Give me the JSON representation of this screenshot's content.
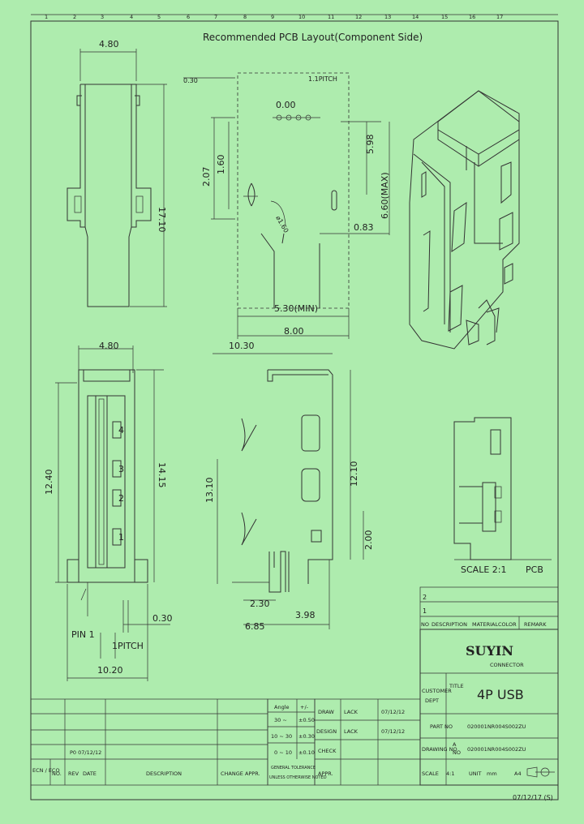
{
  "border_numbers_top": [
    "1",
    "2",
    "3",
    "4",
    "5",
    "6",
    "7",
    "8",
    "9",
    "10",
    "11",
    "12",
    "13",
    "14",
    "15",
    "16",
    "17"
  ],
  "layout_title": "Recommended PCB Layout(Component Side)",
  "dims": {
    "w_top": "4.80",
    "h_top": "17.10",
    "d030": "0.30",
    "pitch": "1.1PITCH",
    "phi": "0.00",
    "d207": "2.07",
    "d160": "1.60",
    "d598": "5.98",
    "d600max": "6.60(MAX)",
    "d083": "0.83",
    "d530": "5.30(MIN)",
    "d800": "8.00",
    "w_front": "4.80",
    "h1240": "12.40",
    "h1415": "14.15",
    "d030b": "0.30",
    "pitch_b": "1PITCH",
    "d1020": "10.20",
    "d1030": "10.30",
    "d1310": "13.10",
    "d1210": "12.10",
    "d200": "2.00",
    "d230": "2.30",
    "d685": "6.85",
    "d398": "3.98",
    "pin1": "PIN 1",
    "scale_label": "SCALE 2:1",
    "pcb": "PCB"
  },
  "pins": [
    "4",
    "3",
    "2",
    "1"
  ],
  "revision_table": {
    "row2": "2",
    "row1": "1",
    "headers": [
      "NO",
      "DESCRIPTION",
      "MATERIAL",
      "COLOR",
      "REMARK"
    ]
  },
  "logo": {
    "brand": "SUYIN",
    "sub": "CONNECTOR"
  },
  "title_block": {
    "customer_label": "CUSTOMER",
    "dept_label": "DEPT",
    "title_label": "TITLE",
    "title_value": "4P USB",
    "part_no_label": "PART NO",
    "part_no_value": "020001NR004S002ZU",
    "drawing_no_label": "DRAWING NO",
    "drawing_rev": "A",
    "drawing_rev2": "NO",
    "drawing_no_value": "020001NR004S002ZU",
    "scale_label": "SCALE",
    "scale_value": "4:1",
    "unit_label": "UNIT",
    "unit_value": "mm",
    "size_value": "A4",
    "draw_label": "DRAW",
    "draw_name": "LACK",
    "draw_date": "07/12/12",
    "design_label": "DESIGN",
    "design_name": "LACK",
    "design_date": "07/12/12",
    "chk_label": "CHECK",
    "appr_label": "APPR."
  },
  "tolerance": {
    "header_angle": "Angle",
    "header_pm": "+/-",
    "rows": [
      {
        "range": "30 ~",
        "tol": "±0.50"
      },
      {
        "range": "10 ~ 30",
        "tol": "±0.30"
      },
      {
        "range": "0 ~ 10",
        "tol": "±0.10"
      }
    ],
    "note1": "GENERAL TOLERANCE",
    "note2": "UNLESS OTHERWISE NOTED"
  },
  "change_block": {
    "row_text": "P0 07/12/12",
    "ecn_label": "ECN / ECO",
    "no_label": "NO.",
    "rev_label": "REV",
    "date_label": "DATE",
    "desc_label": "DESCRIPTION",
    "change_appr_label": "CHANGE APPR."
  },
  "footer_date": "07/12/17 (S)"
}
